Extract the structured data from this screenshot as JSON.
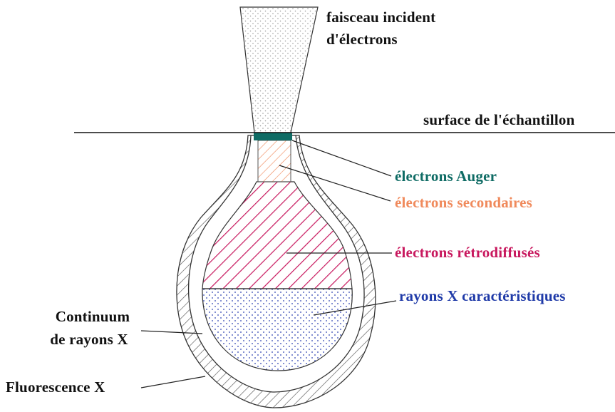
{
  "labels": {
    "beam_line1": "faisceau incident",
    "beam_line2": "d'électrons",
    "surface": "surface de l'échantillon",
    "auger": "électrons Auger",
    "secondary": "électrons secondaires",
    "backscattered": "électrons rétrodiffusés",
    "xray_char": "rayons X caractéristiques",
    "continuum_line1": "Continuum",
    "continuum_line2": "de rayons X",
    "fluorescence": "Fluorescence X"
  },
  "colors": {
    "auger": "#0e6b64",
    "secondary": "#f08a5c",
    "backscattered": "#c8185e",
    "xray_char": "#1f3aa8",
    "outline": "#333333",
    "hatch_gray": "#555555"
  }
}
